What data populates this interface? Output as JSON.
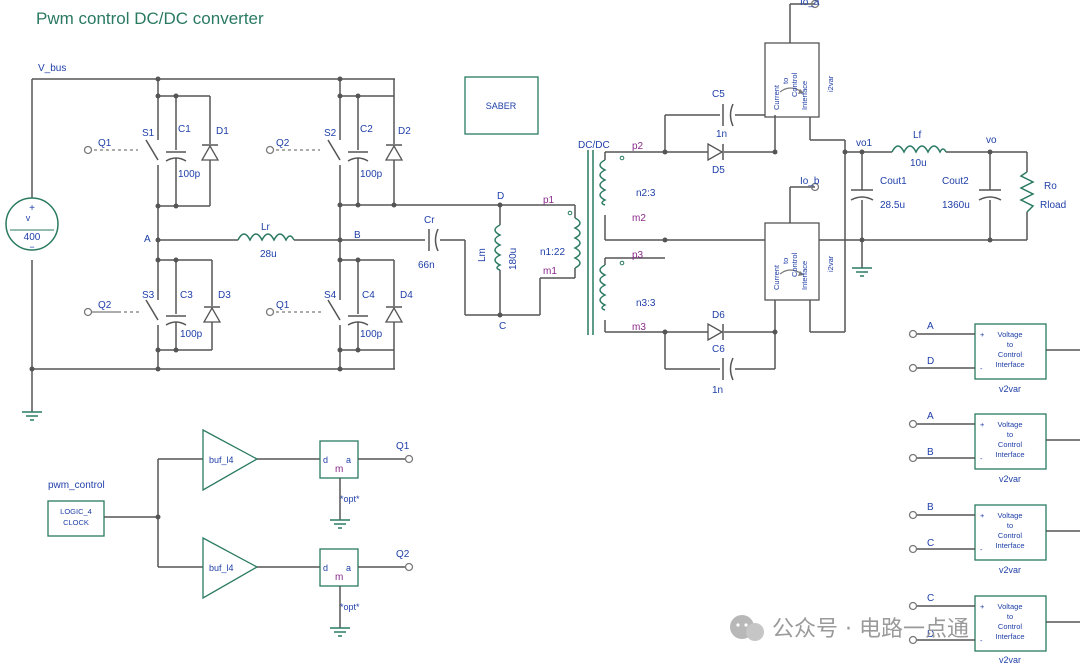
{
  "title": "Pwm control DC/DC converter",
  "nets": {
    "v_bus": "V_bus",
    "a": "A",
    "b": "B",
    "c": "C",
    "d": "D",
    "vo1": "vo1",
    "vo": "vo",
    "io_a": "Io_a",
    "io_b": "Io_b"
  },
  "source": {
    "label": "v",
    "value": "400",
    "plus": "+",
    "minus": "−"
  },
  "saber": "SABER",
  "switches": [
    {
      "name": "S1",
      "gate": "Q1"
    },
    {
      "name": "S2",
      "gate": "Q2"
    },
    {
      "name": "S3",
      "gate": "Q2"
    },
    {
      "name": "S4",
      "gate": "Q1"
    }
  ],
  "caps": [
    {
      "name": "C1",
      "value": "100p"
    },
    {
      "name": "C2",
      "value": "100p"
    },
    {
      "name": "C3",
      "value": "100p"
    },
    {
      "name": "C4",
      "value": "100p"
    }
  ],
  "diodes": [
    "D1",
    "D2",
    "D3",
    "D4"
  ],
  "lr": {
    "name": "Lr",
    "value": "28u"
  },
  "cr": {
    "name": "Cr",
    "value": "66n"
  },
  "lm": {
    "name": "Lm",
    "value": "180u"
  },
  "transformer": {
    "name": "DC/DC",
    "ratio1": "n1:22",
    "ratio2": "n2:3",
    "ratio3": "n3:3",
    "pins": {
      "p1": "p1",
      "m1": "m1",
      "p2": "p2",
      "m2": "m2",
      "p3": "p3",
      "m3": "m3"
    }
  },
  "rectifier": {
    "c5": {
      "name": "C5",
      "value": "1n"
    },
    "d5": "D5",
    "d6": "D6",
    "c6": {
      "name": "C6",
      "value": "1n"
    }
  },
  "output": {
    "lf": {
      "name": "Lf",
      "value": "10u"
    },
    "cout1": {
      "name": "Cout1",
      "value": "28.5u"
    },
    "cout2": {
      "name": "Cout2",
      "value": "1360u"
    },
    "ro": {
      "name": "Ro",
      "value": "Rload"
    }
  },
  "i2var": {
    "line1": "Current",
    "line2": "to",
    "line3": "Control",
    "line4": "Interface",
    "name": "i2var"
  },
  "v2var": {
    "line1": "Voltage",
    "line2": "to",
    "line3": "Control",
    "line4": "Interface",
    "name": "v2var",
    "plus": "+",
    "minus": "-",
    "blocks": [
      {
        "in_plus": "A",
        "in_minus": "D"
      },
      {
        "in_plus": "A",
        "in_minus": "B"
      },
      {
        "in_plus": "B",
        "in_minus": "C"
      },
      {
        "in_plus": "C",
        "in_minus": "D"
      }
    ]
  },
  "control": {
    "pwm_label": "pwm_control",
    "logic_line1": "LOGIC_4",
    "logic_line2": "CLOCK",
    "buf": "buf_l4",
    "conv_d": "d",
    "conv_m": "m",
    "conv_a": "a",
    "opt": "*opt*",
    "out1": "Q1",
    "out2": "Q2"
  },
  "watermark": "公众号 · 电路一点通"
}
